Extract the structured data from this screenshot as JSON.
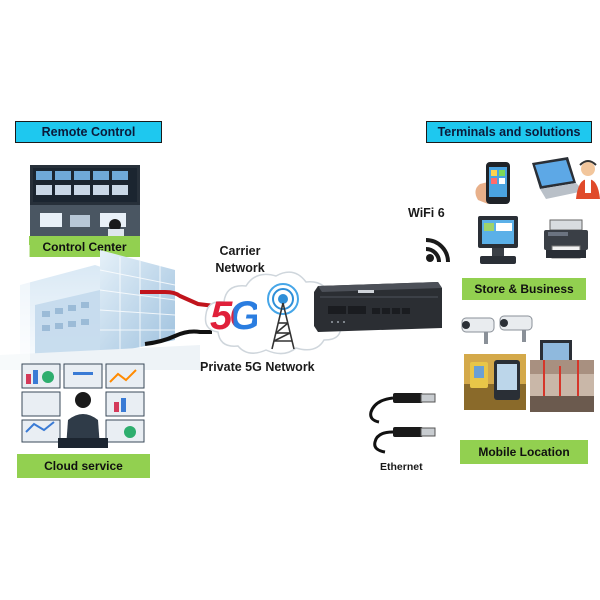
{
  "headers": {
    "remote_control": "Remote Control",
    "terminals": "Terminals and solutions"
  },
  "labels": {
    "control_center": "Control Center",
    "cloud_service": "Cloud service",
    "store_business": "Store & Business",
    "mobile_location": "Mobile Location"
  },
  "network": {
    "carrier": "Carrier Network",
    "private_5g": "Private 5G Network",
    "wifi": "WiFi 6",
    "ethernet": "Ethernet",
    "fiveg_logo": "5G"
  },
  "colors": {
    "header_bg": "#1ec8ef",
    "label_bg": "#92d050",
    "cable_red": "#c0141c",
    "cable_black": "#111111"
  }
}
